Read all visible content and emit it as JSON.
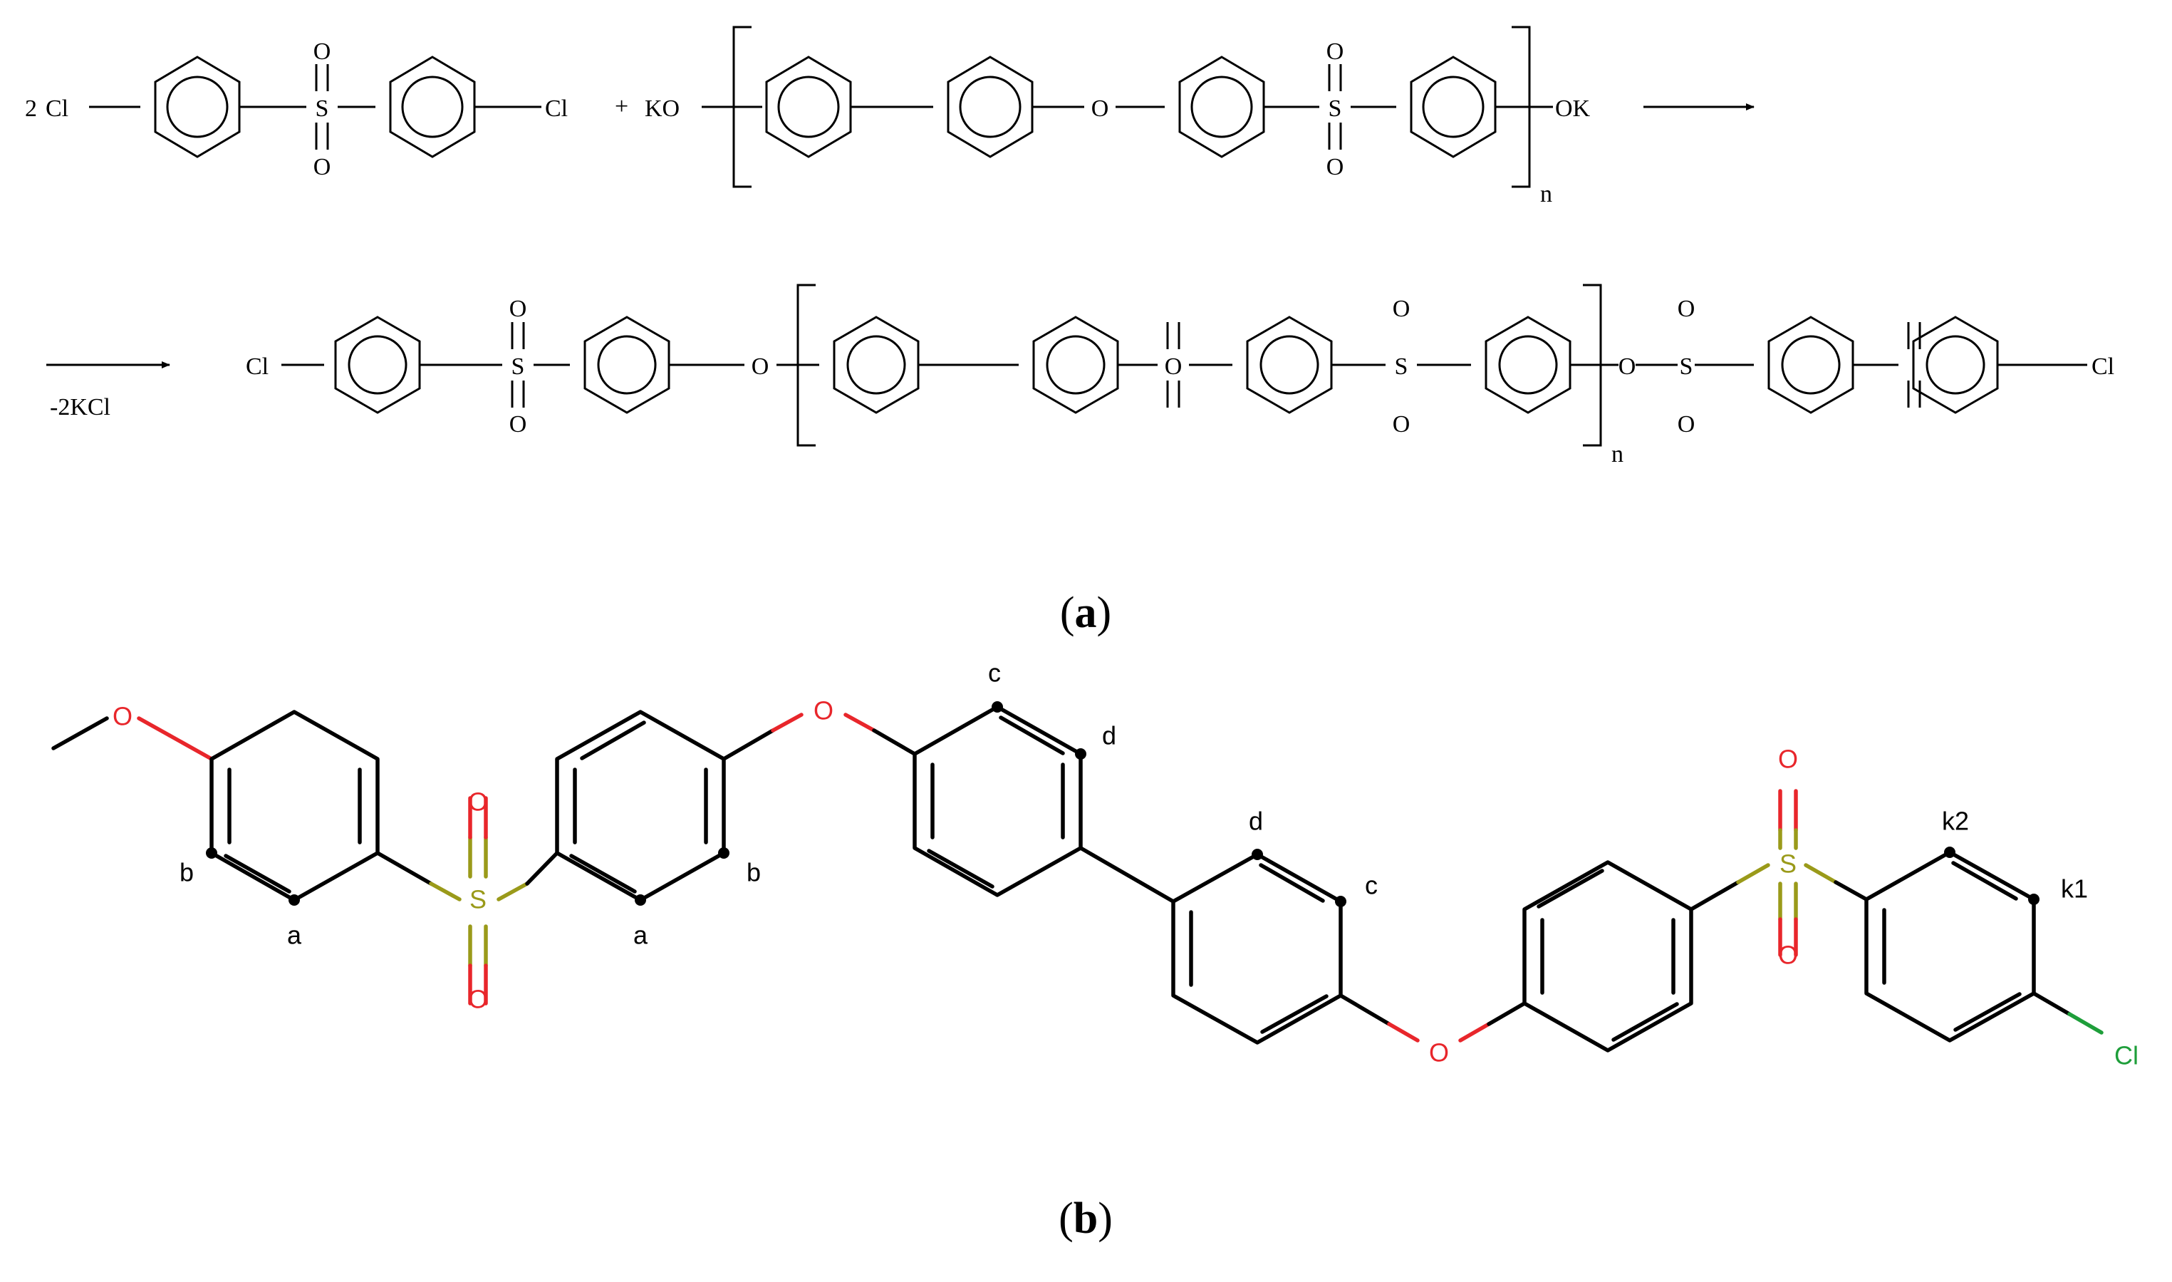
{
  "panels": {
    "a": {
      "open": "(",
      "letter": "a",
      "close": ")"
    },
    "b": {
      "open": "(",
      "letter": "b",
      "close": ")"
    }
  },
  "scheme": {
    "coef": "2",
    "cl": "Cl",
    "s": "S",
    "o": "O",
    "plus": "+",
    "ko": "KO",
    "ok": "OK",
    "n": "n",
    "byproduct": "-2KCl"
  },
  "structure": {
    "o": "O",
    "s": "S",
    "cl": "Cl",
    "proton_labels": [
      "a",
      "b",
      "c",
      "d",
      "k1",
      "k2"
    ]
  },
  "colors": {
    "oxygen": "#e8262b",
    "sulfur": "#9a9a1a",
    "chlorine": "#1e9e3a",
    "bond": "#000000"
  }
}
